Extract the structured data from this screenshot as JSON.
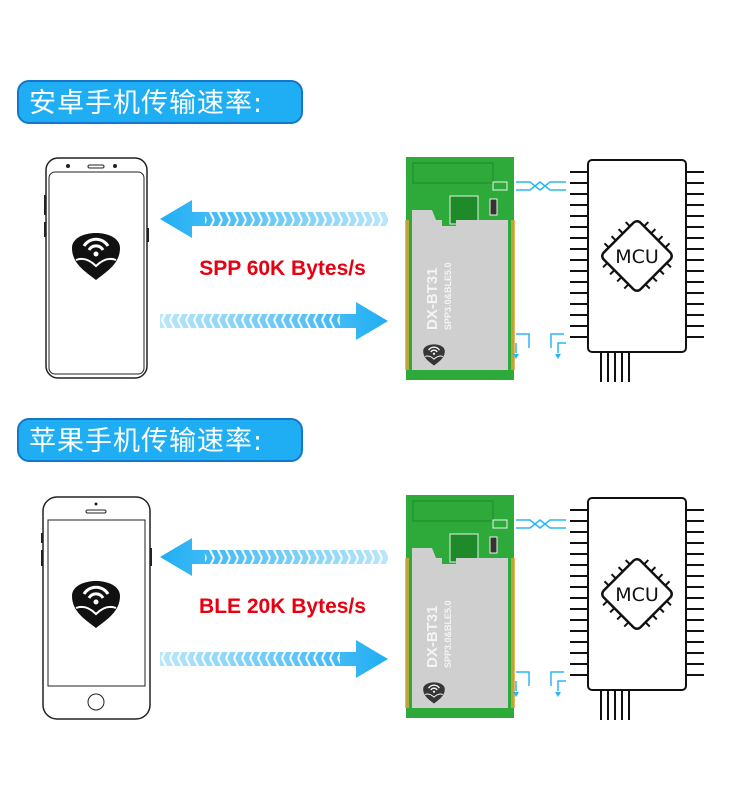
{
  "sections": [
    {
      "title": "安卓手机传输速率:",
      "rate": "SPP 60K Bytes/s",
      "phone": "android"
    },
    {
      "title": "苹果手机传输速率:",
      "rate": "BLE 20K Bytes/s",
      "phone": "iphone"
    }
  ],
  "module": {
    "model": "DX-BT31",
    "spec": "SPP3.0&BLE5.0"
  },
  "mcu": {
    "label": "MCU"
  },
  "colors": {
    "accent": "#1FAEF3",
    "rate": "#e60012",
    "pcb": "#2eaa3a",
    "shield": "#c9c9c9"
  }
}
